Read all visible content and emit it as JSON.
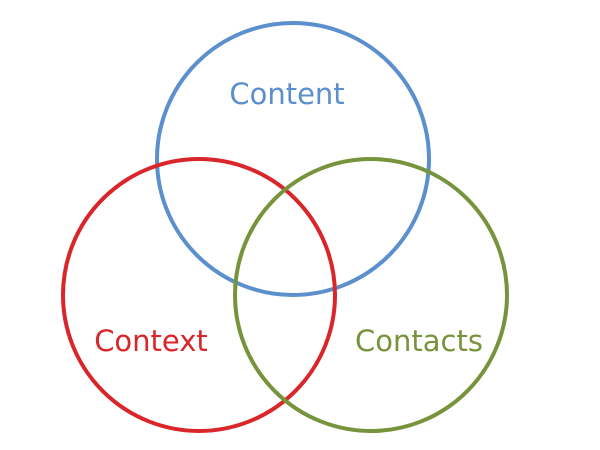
{
  "diagram": {
    "type": "venn",
    "sets": [
      {
        "id": "content",
        "label": "Content",
        "color": "#5b8fcd"
      },
      {
        "id": "context",
        "label": "Context",
        "color": "#d9262a"
      },
      {
        "id": "contacts",
        "label": "Contacts",
        "color": "#77933c"
      }
    ]
  }
}
